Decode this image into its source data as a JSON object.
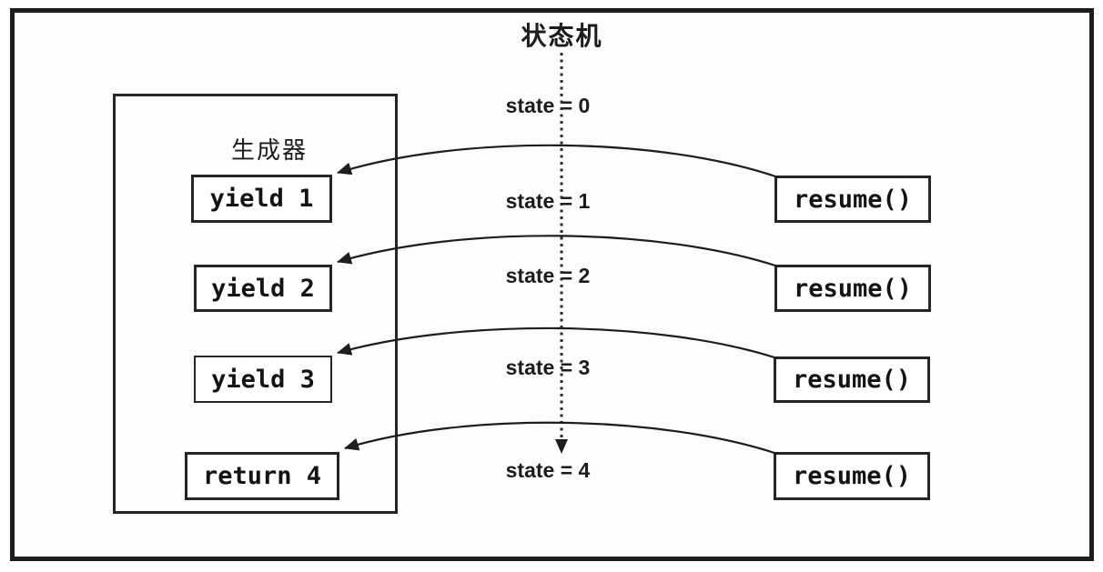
{
  "diagram": {
    "title": "状态机",
    "generator": {
      "label": "生成器",
      "steps": [
        {
          "label": "yield 1"
        },
        {
          "label": "yield 2"
        },
        {
          "label": "yield 3"
        },
        {
          "label": "return 4"
        }
      ]
    },
    "state_machine": {
      "states": [
        {
          "label": "state = 0"
        },
        {
          "label": "state = 1"
        },
        {
          "label": "state = 2"
        },
        {
          "label": "state = 3"
        },
        {
          "label": "state = 4"
        }
      ]
    },
    "caller": {
      "calls": [
        {
          "label": "resume()"
        },
        {
          "label": "resume()"
        },
        {
          "label": "resume()"
        },
        {
          "label": "resume()"
        }
      ]
    },
    "colors": {
      "ink": "#1d1d1d",
      "background": "#ffffff"
    }
  }
}
